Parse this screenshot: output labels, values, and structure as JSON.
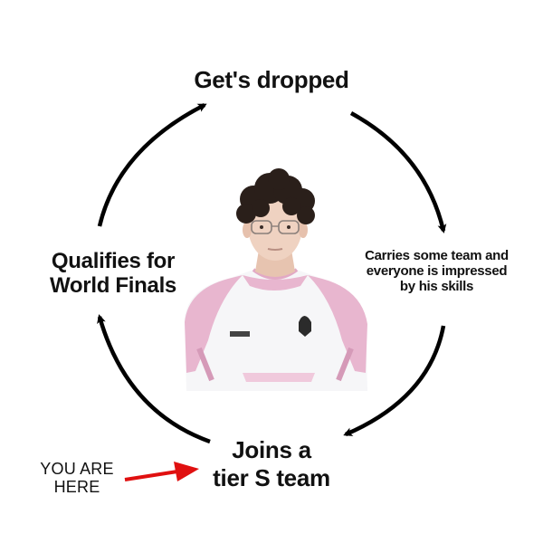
{
  "diagram": {
    "nodes": {
      "top": "Get's dropped",
      "right": "Carries some team and\neveryone is impressed\nby his skills",
      "bottom": "Joins a\ntier S team",
      "left": "Qualifies for\nWorld Finals"
    },
    "pointer_label": "YOU ARE\nHERE",
    "colors": {
      "text": "#111111",
      "arrow": "#000000",
      "pointer_arrow": "#e01010",
      "jersey_pink": "#e8b6cf",
      "jersey_white": "#f6f6f8"
    }
  }
}
